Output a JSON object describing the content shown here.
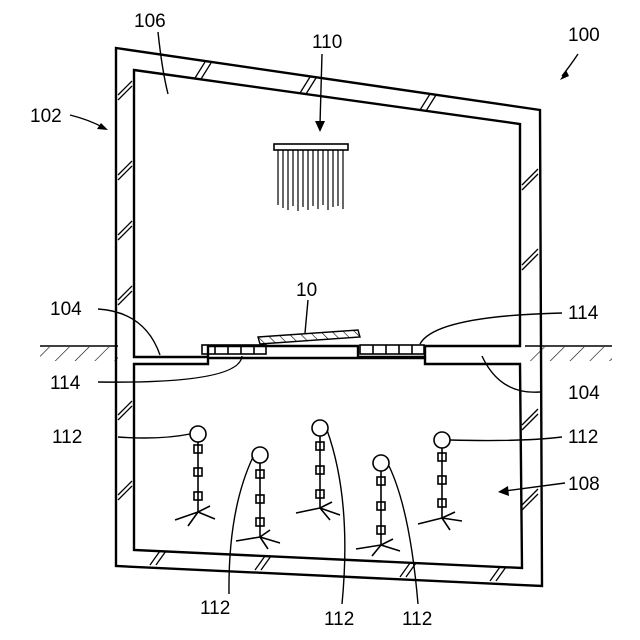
{
  "labels": {
    "system": "100",
    "enclosure": "102",
    "partition_left": "104",
    "partition_right": "104",
    "upper_chamber": "106",
    "lower_chamber": "108",
    "light_source": "110",
    "sensor_1": "112",
    "sensor_2": "112",
    "sensor_3": "112",
    "sensor_4": "112",
    "sensor_5": "112",
    "opening_left": "114",
    "opening_right": "114",
    "sample": "10"
  },
  "colors": {
    "ink": "#000000",
    "paper": "#ffffff"
  }
}
